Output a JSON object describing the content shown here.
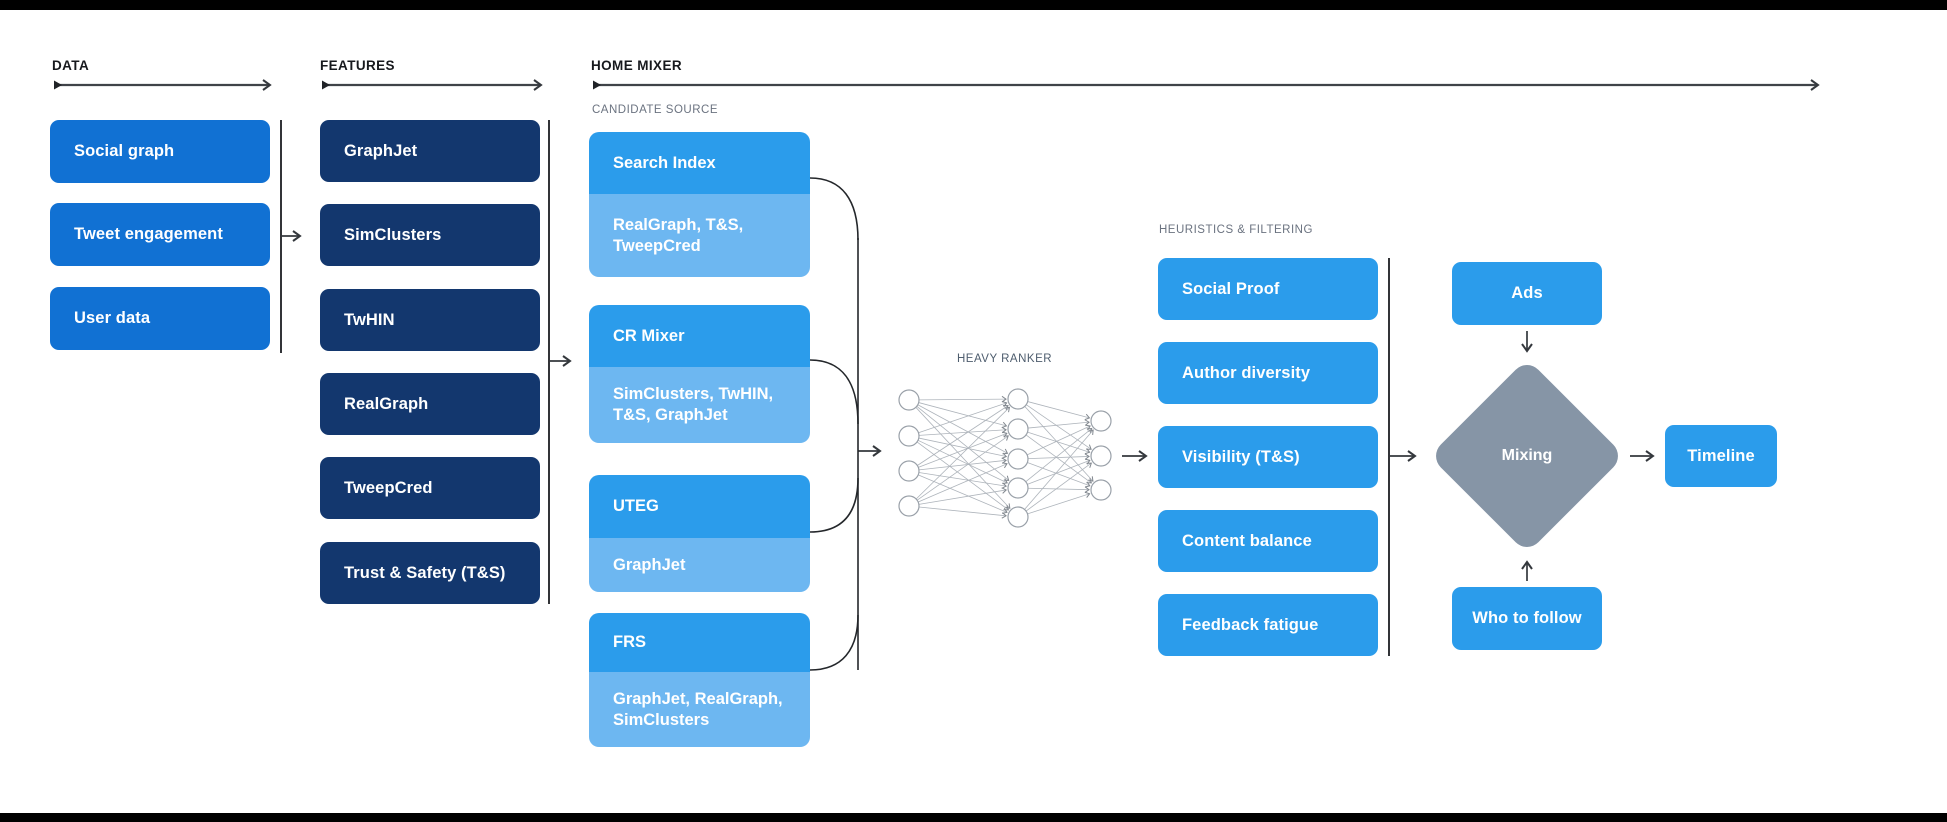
{
  "headers": {
    "data": "DATA",
    "features": "FEATURES",
    "home_mixer": "HOME MIXER"
  },
  "section_labels": {
    "candidate_source": "CANDIDATE SOURCE",
    "heavy_ranker": "HEAVY RANKER",
    "heuristics": "HEURISTICS & FILTERING"
  },
  "data_column": {
    "items": [
      "Social graph",
      "Tweet engagement",
      "User data"
    ]
  },
  "features_column": {
    "items": [
      "GraphJet",
      "SimClusters",
      "TwHIN",
      "RealGraph",
      "TweepCred",
      "Trust & Safety (T&S)"
    ]
  },
  "candidate_sources": [
    {
      "name": "Search Index",
      "features_used": "RealGraph, T&S, TweepCred"
    },
    {
      "name": "CR Mixer",
      "features_used": "SimClusters, TwHIN, T&S, GraphJet"
    },
    {
      "name": "UTEG",
      "features_used": "GraphJet"
    },
    {
      "name": "FRS",
      "features_used": "GraphJet, RealGraph, SimClusters"
    }
  ],
  "heuristics_column": {
    "items": [
      "Social Proof",
      "Author diversity",
      "Visibility (T&S)",
      "Content balance",
      "Feedback fatigue"
    ]
  },
  "mixing_stage": {
    "ads": "Ads",
    "who_to_follow": "Who to follow",
    "diamond": "Mixing",
    "timeline": "Timeline"
  },
  "colors": {
    "data_box": "#1171d3",
    "features_box": "#13376e",
    "source_primary": "#2b9ceb",
    "source_secondary": "#6db7f1",
    "heuristic_box": "#2b9ceb",
    "terminal_box": "#2b9ceb",
    "diamond": "#8695a6",
    "label_dark": "#17191d",
    "label_gray": "#6b7380",
    "label_steel": "#4e5d6e",
    "line_dark": "#34383d",
    "nn_stroke": "#9aa1a9"
  }
}
